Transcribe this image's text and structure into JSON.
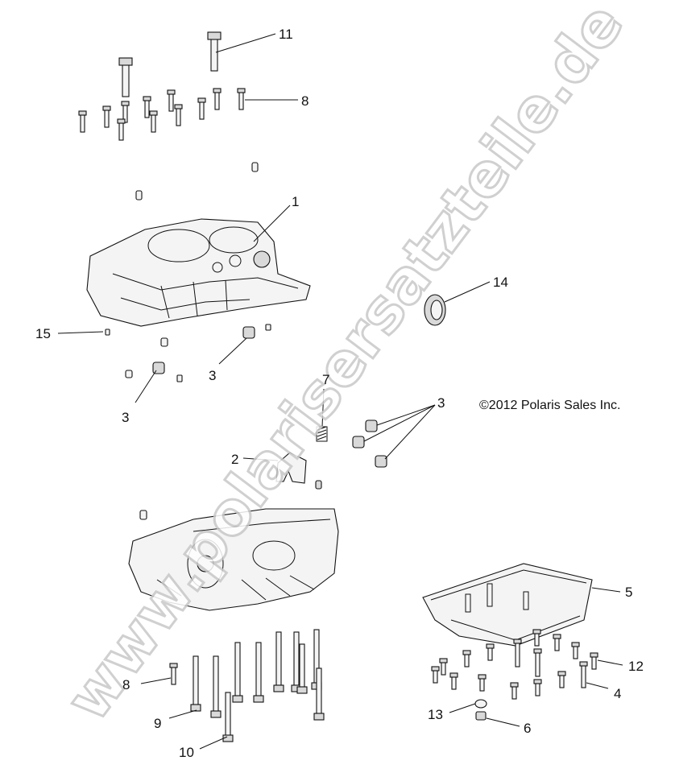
{
  "copyright": "©2012 Polaris Sales Inc.",
  "watermark": "www.polarisersatzteile.de",
  "callouts": [
    "11",
    "8",
    "1",
    "14",
    "15",
    "3",
    "3",
    "7",
    "3",
    "2",
    "5",
    "8",
    "12",
    "4",
    "9",
    "13",
    "6",
    "10"
  ]
}
